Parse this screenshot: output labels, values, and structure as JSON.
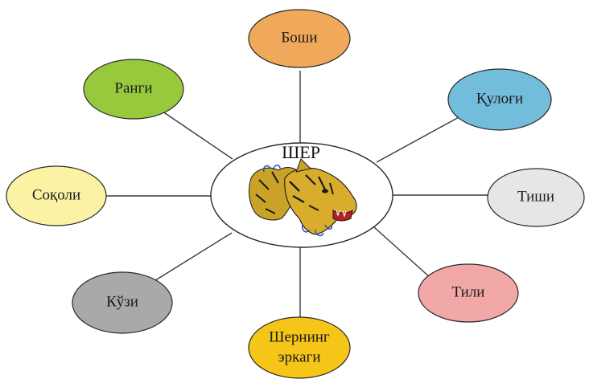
{
  "center": {
    "title": "ШЕР",
    "image": "tiger-head-illustration"
  },
  "nodes": [
    {
      "id": "boshi",
      "lines": [
        "Боши"
      ],
      "color": "#f0a85a"
    },
    {
      "id": "qulogi",
      "lines": [
        "Қулоғи"
      ],
      "color": "#72bddc"
    },
    {
      "id": "tishi",
      "lines": [
        "Тиши"
      ],
      "color": "#e6e6e6"
    },
    {
      "id": "tili",
      "lines": [
        "Тили"
      ],
      "color": "#f3a8a8"
    },
    {
      "id": "sherning",
      "lines": [
        "Шернинг",
        "эркаги"
      ],
      "color": "#f5c518"
    },
    {
      "id": "kozi",
      "lines": [
        "Кўзи"
      ],
      "color": "#a9a9a9"
    },
    {
      "id": "soqoli",
      "lines": [
        "Соқоли"
      ],
      "color": "#fbf3a3"
    },
    {
      "id": "rangi",
      "lines": [
        "Ранги"
      ],
      "color": "#97c93d"
    }
  ]
}
